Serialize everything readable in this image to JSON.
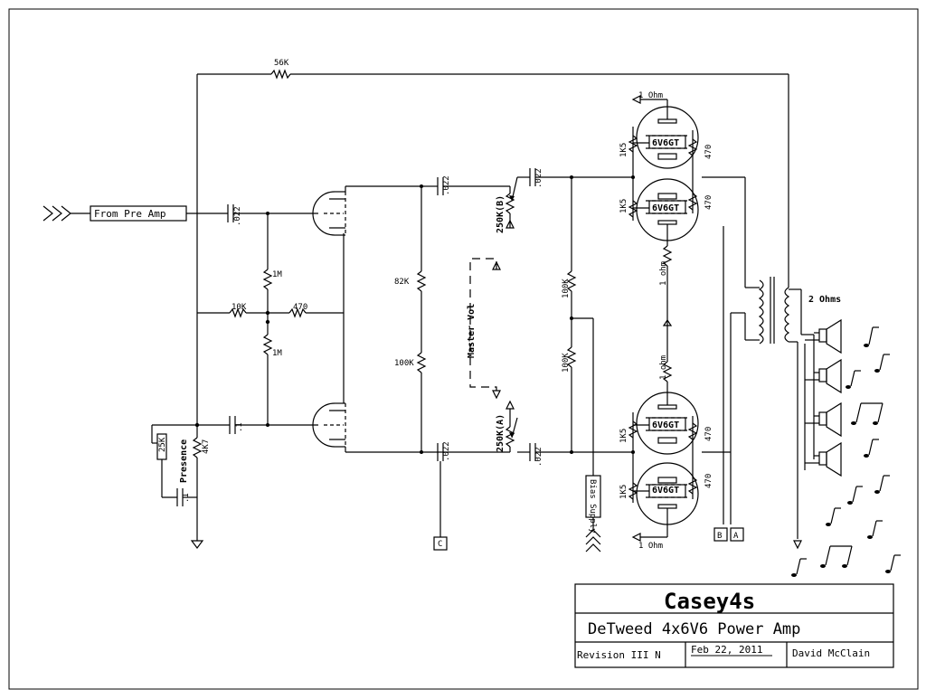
{
  "input": {
    "label": "From Pre Amp"
  },
  "components": {
    "fb_resistor": "56K",
    "cap_input": ".022",
    "cap_lower_grid": ".1",
    "r_grid_top": "1M",
    "r_grid_bottom": "1M",
    "r_tail_10k": "10K",
    "r_tail_470": "470",
    "presence_pot": "25K",
    "presence_label": "Presence",
    "presence_resistor": "4K7",
    "presence_cap": ".1",
    "r_plate_82k": "82K",
    "r_plate_100k": "100K",
    "cap_pi_top": ".022",
    "cap_pi_bottom": ".022",
    "pot_b": "250K(B)",
    "pot_a": "250K(A)",
    "master_vol": "Master Vol",
    "cap_out_top": ".022",
    "cap_out_bottom": ".022",
    "r_bias_top": "100K",
    "r_bias_bottom": "100K",
    "bias_supply": "Bias Supply",
    "tube1": "6V6GT",
    "tube2": "6V6GT",
    "tube3": "6V6GT",
    "tube4": "6V6GT",
    "r_screen_1": "1K5",
    "r_screen_2": "1K5",
    "r_screen_3": "1K5",
    "r_screen_4": "1K5",
    "r_470_1": "470",
    "r_470_2": "470",
    "r_470_3": "470",
    "r_470_4": "470",
    "r_cath_top": "1 Ohm",
    "r_cath_mid_top": "1 ohm",
    "r_cath_mid_bottom": "1 ohm",
    "r_cath_bottom": "1 Ohm",
    "output_ohms": "2 Ohms",
    "node_a": "A",
    "node_b": "B",
    "node_c": "C"
  },
  "title_block": {
    "name": "Casey4s",
    "title": "DeTweed 4x6V6 Power Amp",
    "revision": "Revision III N",
    "date": "Feb 22, 2011",
    "author": "David McClain"
  }
}
